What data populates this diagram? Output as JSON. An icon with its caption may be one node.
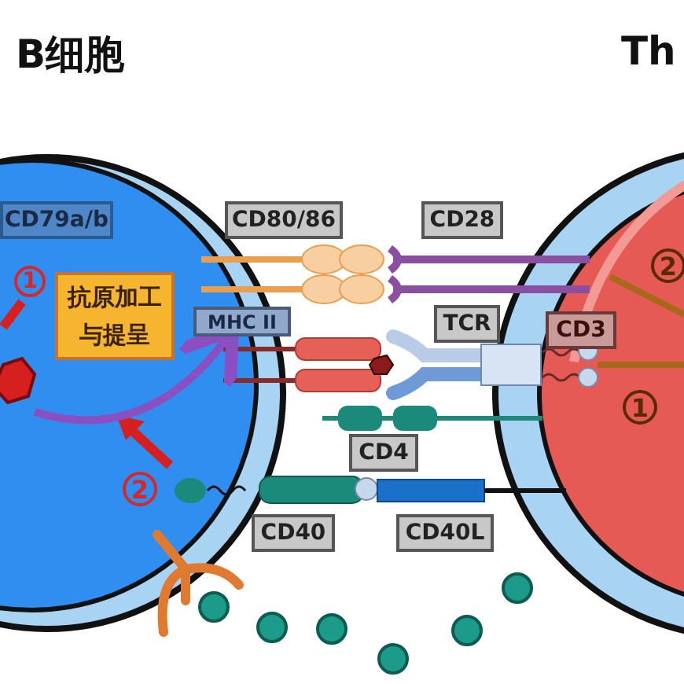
{
  "diagram": {
    "nodes": [
      {
        "text": [
          "CD79a/b"
        ]
      },
      {
        "text": [
          "抗原加工与提呈"
        ]
      },
      {
        "text": [
          "MHC II"
        ]
      },
      {
        "text": [
          "CD80/86"
        ]
      },
      {
        "text": [
          "CD28"
        ]
      },
      {
        "text": [
          "TCR"
        ]
      },
      {
        "text": [
          "CD3"
        ]
      },
      {
        "text": [
          "CD4"
        ]
      },
      {
        "text": [
          "CD40"
        ]
      },
      {
        "text": [
          "CD40L"
        ]
      }
    ],
    "edges": [
      {
        "from": null,
        "to": 2,
        "arrow": "to"
      }
    ],
    "labels": [
      "B细胞",
      "Th",
      "1",
      "2",
      "2",
      "1"
    ]
  }
}
